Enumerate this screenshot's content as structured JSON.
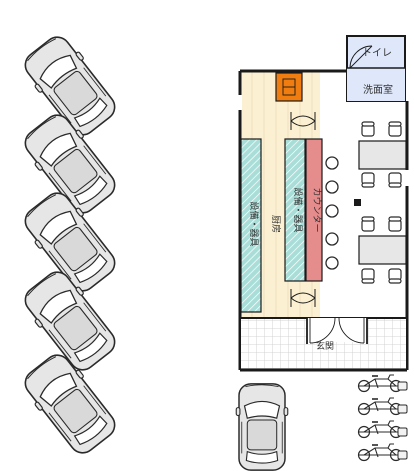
{
  "labels": {
    "toilet": "トイレ",
    "washroom": "洗面室",
    "equipment_left": "設備・器具",
    "kitchen": "厨房",
    "equipment_right": "設備・器具",
    "counter": "カウンター",
    "entrance": "玄関"
  },
  "icons": {
    "parking_cars": "car-topview-icon",
    "front_car": "car-topview-icon",
    "bicycles": "bicycle-icon",
    "stool": "stool-icon",
    "table": "table-icon",
    "chair": "chair-icon",
    "door": "door-swing-icon",
    "fridge": "appliance-icon"
  },
  "colors": {
    "wall": "#1a1a1a",
    "kitchen_floor": "#fbf0d2",
    "equipment": "#a9ded8",
    "counter": "#e58c8c",
    "washroom": "#dfe8fb",
    "appliance": "#ef7d10",
    "entrance_grid": "#c9c9c9",
    "car_body": "#e8e8e8"
  }
}
